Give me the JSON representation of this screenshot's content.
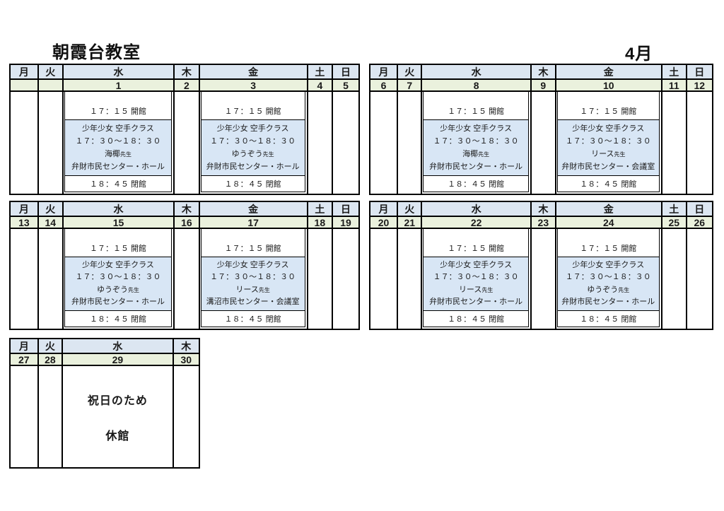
{
  "page": {
    "title": "朝霞台教室",
    "month": "4月"
  },
  "weekdays": [
    "月",
    "火",
    "水",
    "木",
    "金",
    "土",
    "日"
  ],
  "schedule": {
    "open": "１７：１５ 開館",
    "class_name": "少年少女 空手クラス",
    "class_time": "１７：３０～１８：３０",
    "close": "１８：４５ 閉館",
    "teacher_suffix": "先生"
  },
  "weeks": [
    {
      "dates": [
        "",
        "",
        "1",
        "2",
        "3",
        "4",
        "5"
      ],
      "wed": {
        "teacher": "海椰",
        "location": "弁財市民センター・ホール"
      },
      "fri": {
        "teacher": "ゆうぞう",
        "location": "弁財市民センター・ホール"
      }
    },
    {
      "dates": [
        "6",
        "7",
        "8",
        "9",
        "10",
        "11",
        "12"
      ],
      "wed": {
        "teacher": "海椰",
        "location": "弁財市民センター・ホール"
      },
      "fri": {
        "teacher": "リース",
        "location": "弁財市民センター・会議室"
      }
    },
    {
      "dates": [
        "13",
        "14",
        "15",
        "16",
        "17",
        "18",
        "19"
      ],
      "wed": {
        "teacher": "ゆうぞう",
        "location": "弁財市民センター・ホール"
      },
      "fri": {
        "teacher": "リース",
        "location": "溝沼市民センター・会議室"
      }
    },
    {
      "dates": [
        "20",
        "21",
        "22",
        "23",
        "24",
        "25",
        "26"
      ],
      "wed": {
        "teacher": "リース",
        "location": "弁財市民センター・ホール"
      },
      "fri": {
        "teacher": "ゆうぞう",
        "location": "弁財市民センター・ホール"
      }
    }
  ],
  "final_week": {
    "dates": [
      "27",
      "28",
      "29",
      "30"
    ],
    "notice_line1": "祝日のため",
    "notice_line2": "休館"
  },
  "colors": {
    "weekday_header_bg": "#dce6f1",
    "date_row_bg": "#eaf1dd",
    "class_box_bg": "#d8e6f5",
    "border": "#000000"
  }
}
